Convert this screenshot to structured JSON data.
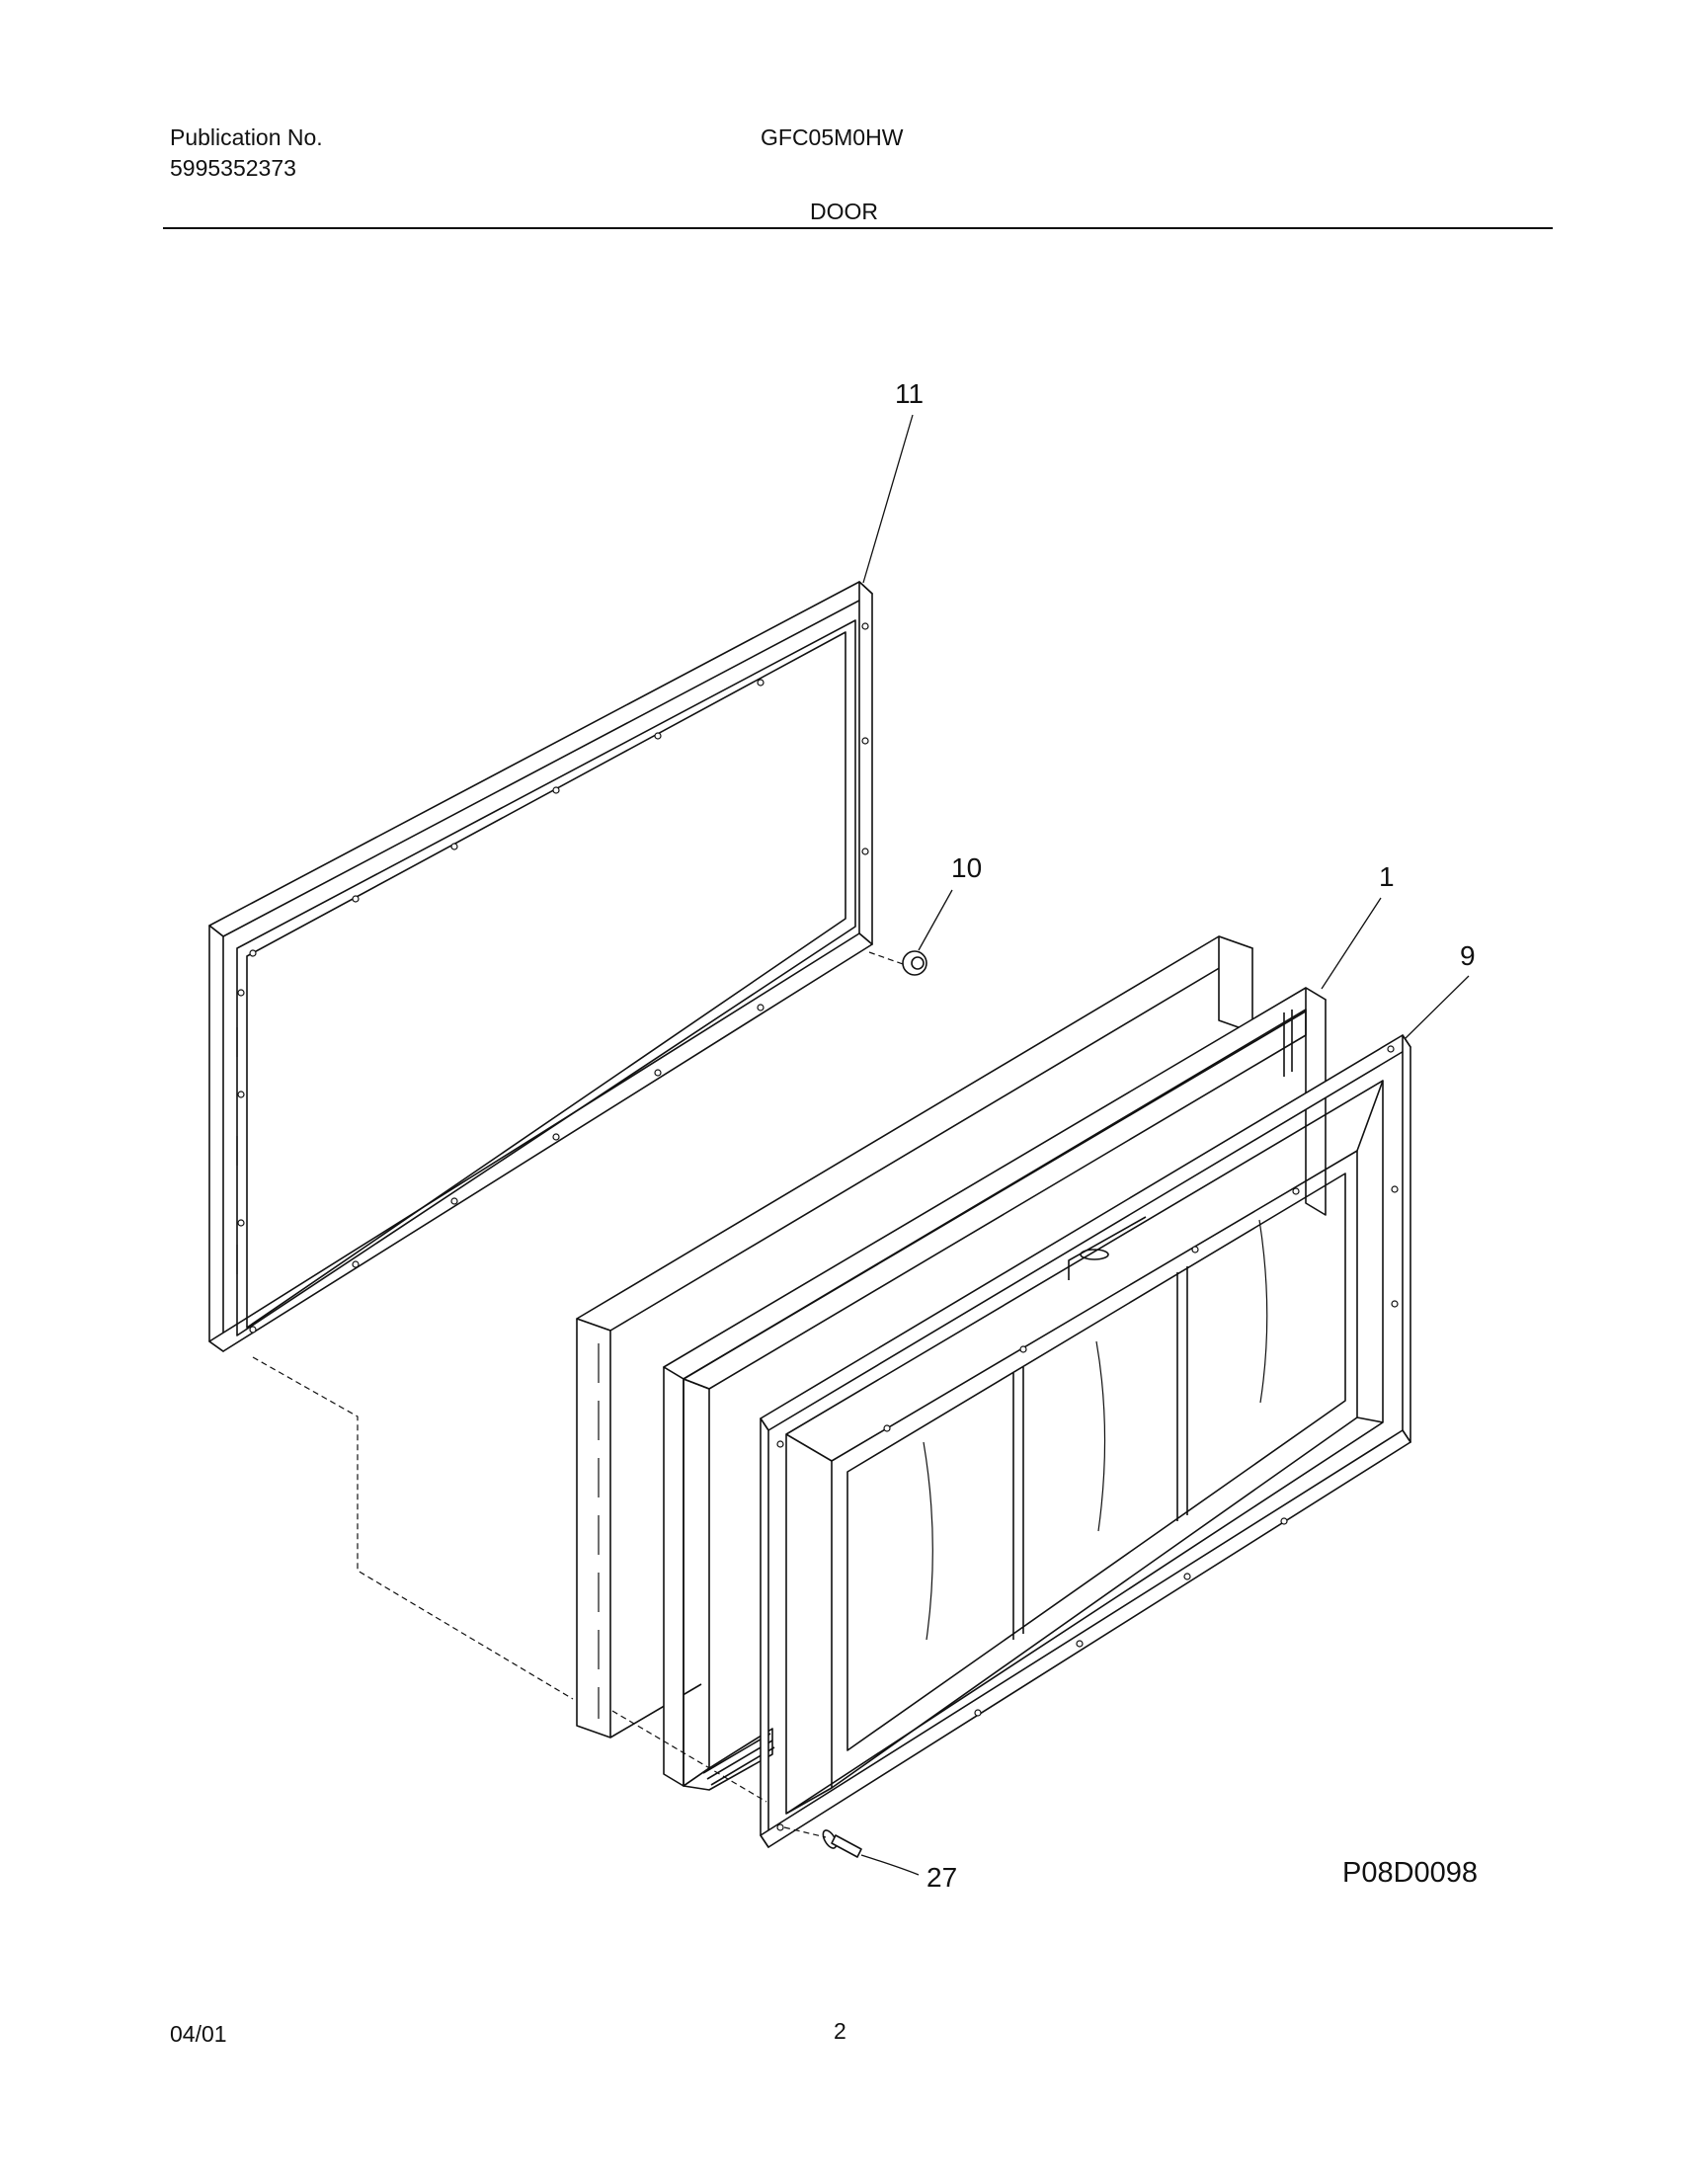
{
  "header": {
    "publication_label": "Publication No.",
    "publication_number": "5995352373",
    "model": "GFC05M0HW",
    "section": "DOOR"
  },
  "diagram": {
    "callouts": [
      {
        "id": "11",
        "label": "11"
      },
      {
        "id": "10",
        "label": "10"
      },
      {
        "id": "1",
        "label": "1"
      },
      {
        "id": "9",
        "label": "9"
      },
      {
        "id": "27",
        "label": "27"
      }
    ],
    "drawing_code": "P08D0098"
  },
  "footer": {
    "date": "04/01",
    "page": "2"
  }
}
